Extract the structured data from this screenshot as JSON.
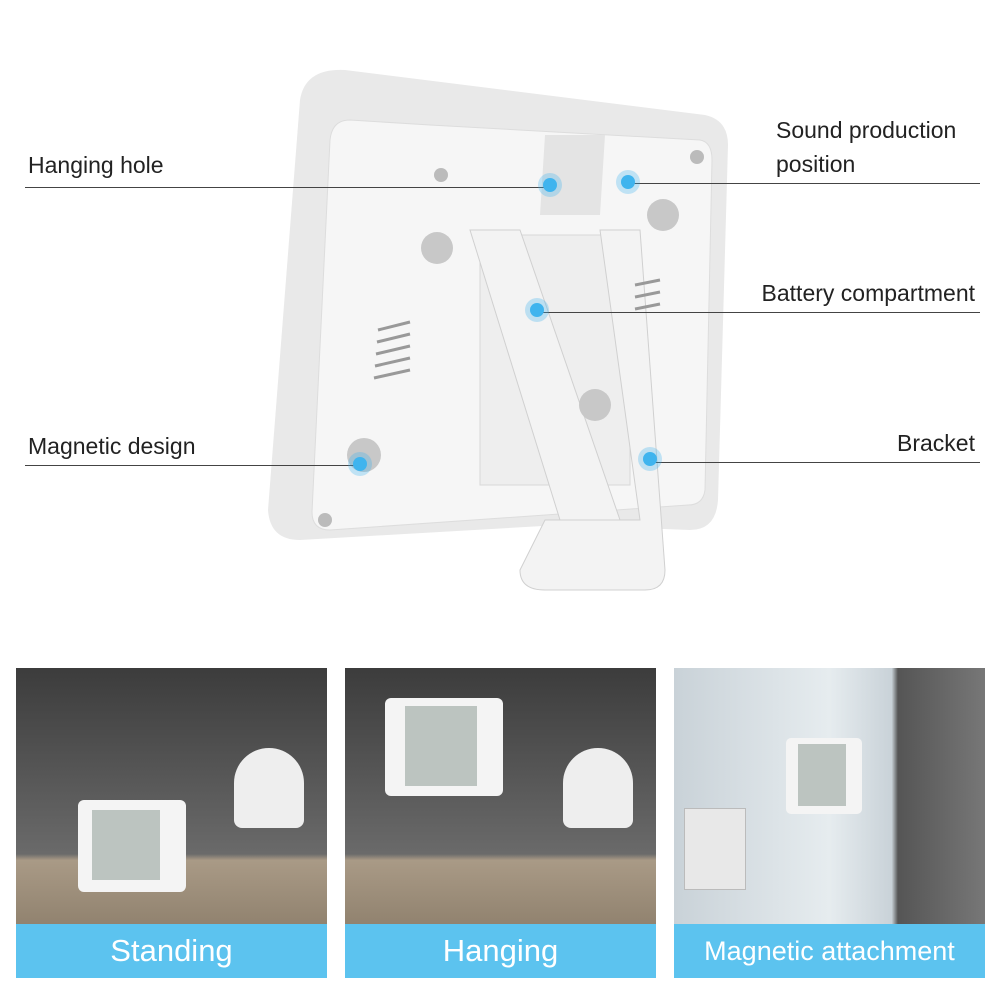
{
  "callouts": {
    "hanging_hole": "Hanging hole",
    "sound_line1": "Sound production",
    "sound_line2": "position",
    "battery": "Battery compartment",
    "magnetic": "Magnetic design",
    "bracket": "Bracket"
  },
  "panels": [
    {
      "caption": "Standing"
    },
    {
      "caption": "Hanging"
    },
    {
      "caption": "Magnetic attachment"
    }
  ],
  "colors": {
    "accent": "#5cc3ef",
    "dot": "#3fb4ee"
  }
}
